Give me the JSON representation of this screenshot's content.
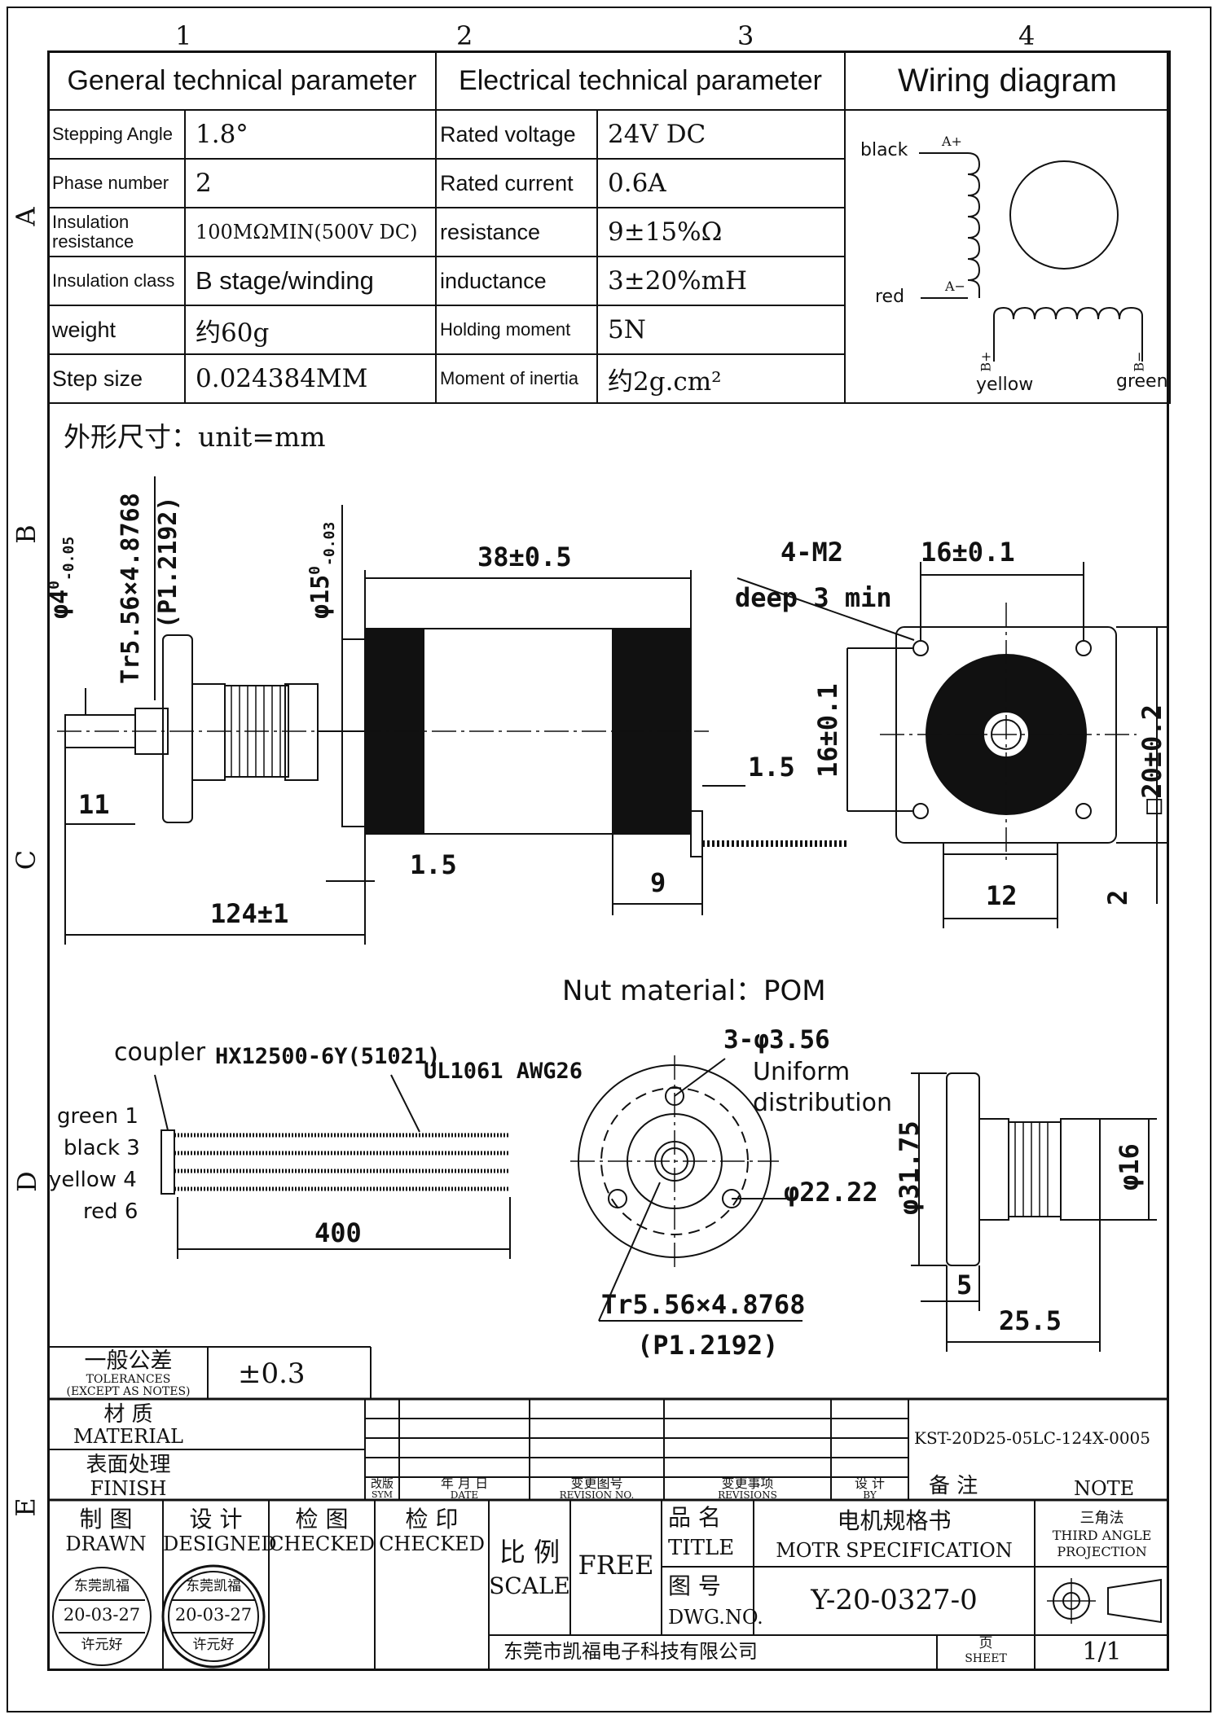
{
  "grid": {
    "columns": [
      "1",
      "2",
      "3",
      "4"
    ],
    "rows": [
      "A",
      "B",
      "C",
      "D",
      "E"
    ]
  },
  "params": {
    "general_header": "General technical parameter",
    "electrical_header": "Electrical technical parameter",
    "wiring_header": "Wiring diagram",
    "general": [
      {
        "label": "Stepping Angle",
        "value": "1.8°"
      },
      {
        "label": "Phase number",
        "value": "2"
      },
      {
        "label": "Insulation resistance",
        "value": "100MΩMIN(500V DC)"
      },
      {
        "label": "Insulation class",
        "value": "B stage/winding"
      },
      {
        "label": "weight",
        "value": "约60g"
      },
      {
        "label": "Step size",
        "value": "0.024384MM"
      }
    ],
    "electrical": [
      {
        "label": "Rated voltage",
        "value": "24V DC"
      },
      {
        "label": "Rated current",
        "value": "0.6A"
      },
      {
        "label": "resistance",
        "value": "9±15%Ω"
      },
      {
        "label": "inductance",
        "value": "3±20%mH"
      },
      {
        "label": "Holding moment",
        "value": "5N"
      },
      {
        "label": "Moment of inertia",
        "value": "约2g.cm²"
      }
    ]
  },
  "wiring": {
    "black": "black",
    "red": "red",
    "yellow": "yellow",
    "green": "green",
    "a_plus": "A+",
    "a_minus": "A−",
    "b_plus": "B+",
    "b_minus": "B−"
  },
  "drawing": {
    "section_title": "外形尺寸：unit=mm",
    "d_shaft": "φ4",
    "d_shaft_tol_up": "0",
    "d_shaft_tol_low": "-0.05",
    "leadscrew": "Tr5.56×4.8768",
    "leadscrew_pitch": "(P1.2192)",
    "d_boss": "φ15",
    "d_boss_tol_up": "0",
    "d_boss_tol_low": "-0.03",
    "body_len": "38±0.5",
    "holes": "4-M2",
    "holes_depth": "deep 3 min",
    "hole_spacing": "16±0.1",
    "hole_spacing_v": "16±0.1",
    "square": "□20±0.2",
    "dim_11": "11",
    "dim_15a": "1.5",
    "dim_15b": "1.5",
    "dim_9": "9",
    "dim_12": "12",
    "dim_2": "2",
    "total_len": "124±1",
    "nut_material": "Nut material：POM",
    "coupler_label": "coupler",
    "coupler_part": "HX12500-6Y(51021)",
    "wire": "UL1061 AWG26",
    "pins": [
      {
        "name": "green",
        "num": "1"
      },
      {
        "name": "black",
        "num": "3"
      },
      {
        "name": "yellow",
        "num": "4"
      },
      {
        "name": "red",
        "num": "6"
      }
    ],
    "lead_len": "400",
    "nut_holes": "3-φ3.56",
    "uniform": "Uniform",
    "distribution": "distribution",
    "nut_pcd": "φ22.22",
    "nut_screw": "Tr5.56×4.8768",
    "nut_pitch": "(P1.2192)",
    "nut_flange": "φ31.75",
    "nut_body": "φ16",
    "nut_5": "5",
    "nut_255": "25.5"
  },
  "titleblock": {
    "tol_cn": "一般公差",
    "tol_en1": "TOLERANCES",
    "tol_en2": "(EXCEPT AS NOTES)",
    "tol_val": "±0.3",
    "mat_cn": "材 质",
    "mat_en": "MATERIAL",
    "fin_cn": "表面处理",
    "fin_en": "FINISH",
    "part_no": "KST-20D25-05LC-124X-0005",
    "sym_cn": "改版",
    "sym_en": "SYM",
    "date_cn": "年 月 日",
    "date_en": "DATE",
    "rev_cn": "变更图号",
    "rev_en": "REVISION NO.",
    "revs_cn": "变更事项",
    "revs_en": "REVISIONS",
    "by_cn": "设 计",
    "by_en": "BY",
    "note_cn": "备 注",
    "note_en": "NOTE",
    "drawn_cn": "制 图",
    "drawn_en": "DRAWN",
    "designed_cn": "设 计",
    "designed_en": "DESIGNED",
    "checked_cn": "检 图",
    "checked_en": "CHECKED",
    "checked2_cn": "检 印",
    "checked2_en": "CHECKED",
    "scale_cn": "比 例",
    "scale_en": "SCALE",
    "scale_val": "FREE",
    "title_cn": "品 名",
    "title_en": "TITLE",
    "title_val_cn": "电机规格书",
    "title_val_en": "MOTR SPECIFICATION",
    "dwg_cn": "图 号",
    "dwg_en": "DWG.NO.",
    "dwg_val": "Y-20-0327-0",
    "proj_cn": "三角法",
    "proj_en1": "THIRD ANGLE",
    "proj_en2": "PROJECTION",
    "company": "东莞市凯福电子科技有限公司",
    "sheet_cn": "页",
    "sheet_en": "SHEET",
    "sheet_val": "1/1",
    "stamp1_top": "东莞凯福",
    "stamp1_date": "20-03-27",
    "stamp1_name": "许元好",
    "stamp2_top": "东莞凯福",
    "stamp2_date": "20-03-27",
    "stamp2_name": "许元好"
  }
}
